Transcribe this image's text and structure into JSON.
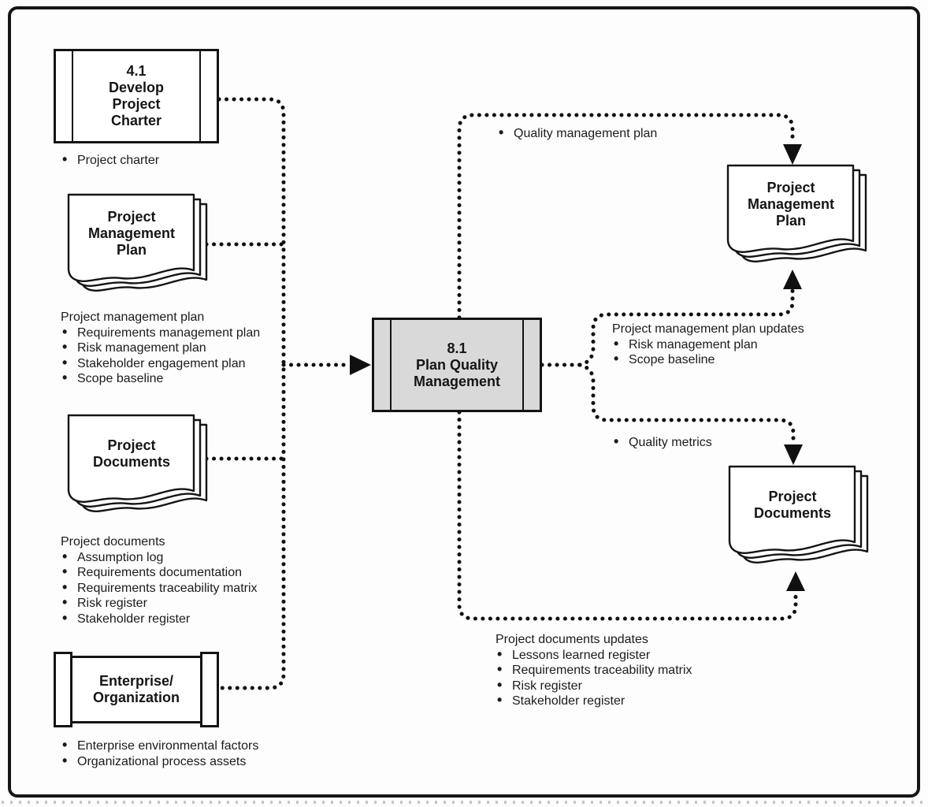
{
  "colors": {
    "process_fill": "#d9d9d9",
    "line": "#101010",
    "text": "#1b1b1b"
  },
  "process": {
    "number": "8.1",
    "name": "Plan Quality\nManagement"
  },
  "inputs": {
    "charter": {
      "number": "4.1",
      "name": "Develop\nProject\nCharter",
      "items": [
        "Project charter"
      ]
    },
    "pmp": {
      "doc_title": "Project\nManagement\nPlan",
      "list_title": "Project management plan",
      "items": [
        "Requirements management plan",
        "Risk management plan",
        "Stakeholder engagement plan",
        "Scope baseline"
      ]
    },
    "pdocs": {
      "doc_title": "Project\nDocuments",
      "list_title": "Project documents",
      "items": [
        "Assumption log",
        "Requirements documentation",
        "Requirements traceability matrix",
        "Risk register",
        "Stakeholder register"
      ]
    },
    "enterprise": {
      "name": "Enterprise/\nOrganization",
      "items": [
        "Enterprise environmental factors",
        "Organizational process assets"
      ]
    }
  },
  "outputs": {
    "quality_plan": "Quality management plan",
    "pmp_doc_title": "Project\nManagement\nPlan",
    "pmp_updates": {
      "title": "Project management plan updates",
      "items": [
        "Risk management plan",
        "Scope baseline"
      ]
    },
    "quality_metrics": "Quality metrics",
    "pdocs_doc_title": "Project\nDocuments",
    "pdocs_updates": {
      "title": "Project documents updates",
      "items": [
        "Lessons learned register",
        "Requirements traceability matrix",
        "Risk register",
        "Stakeholder register"
      ]
    }
  }
}
